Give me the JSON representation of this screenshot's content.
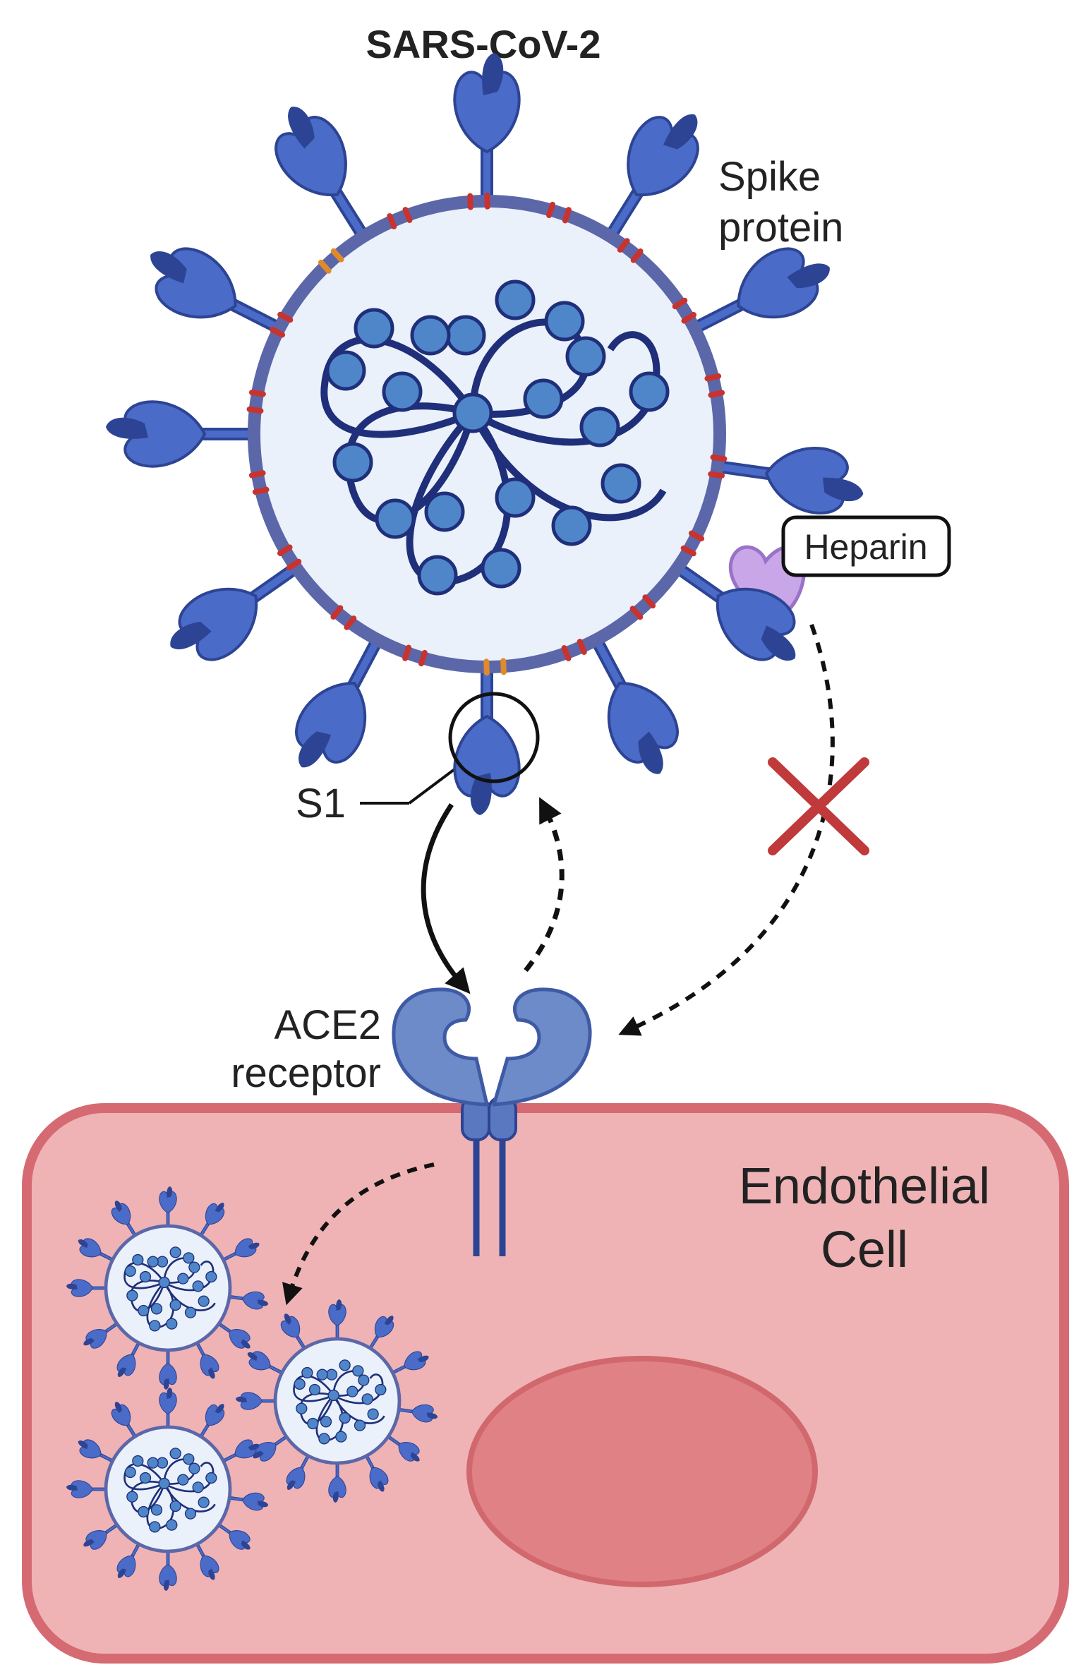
{
  "title": "SARS-CoV-2",
  "labels": {
    "spike_line1": "Spike",
    "spike_line2": "protein",
    "heparin": "Heparin",
    "s1": "S1",
    "ace2_line1": "ACE2",
    "ace2_line2": "receptor",
    "cell_line1": "Endothelial",
    "cell_line2": "Cell"
  },
  "colors": {
    "spike": "#4a6bc7",
    "spike_dark": "#2d4494",
    "envelope": "#5b67a8",
    "virus_interior": "#eaf1fa",
    "rna": "#1f2f7a",
    "rna_beads": "#4f86c9",
    "membrane_marker_red": "#c8332f",
    "membrane_marker_orange": "#e08a2a",
    "heparin_binder": "#c9a6e8",
    "ace2": "#6d8bc9",
    "cell_fill": "#efb3b5",
    "cell_border": "#d66a72",
    "nucleus": "#e08285",
    "block_cross": "#c0393b"
  },
  "icons": [
    "sars-cov-2-virion-icon",
    "spike-protein-icon",
    "ace2-receptor-icon",
    "heparin-binder-icon",
    "block-cross-icon",
    "endothelial-cell-icon",
    "nucleus-icon"
  ]
}
